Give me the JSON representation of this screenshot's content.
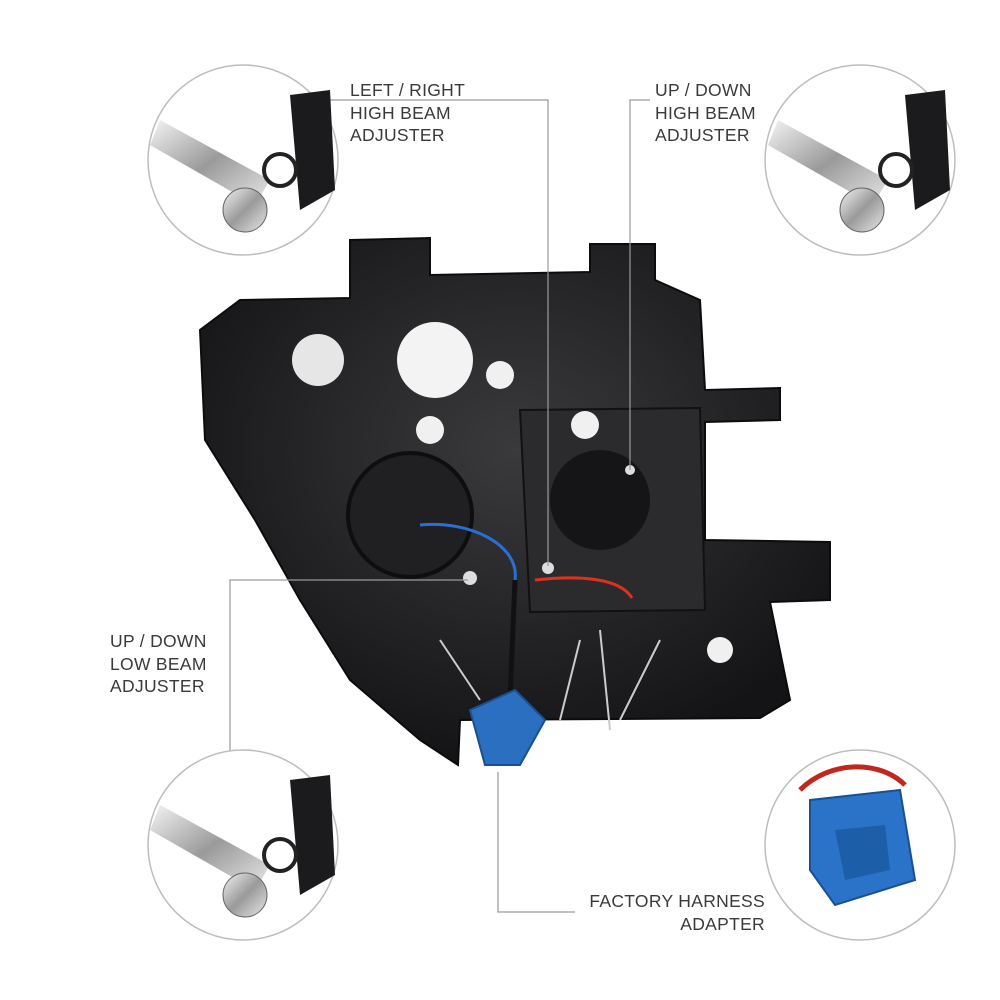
{
  "callouts": {
    "lr_high": {
      "lines": [
        "LEFT / RIGHT",
        "HIGH BEAM",
        "ADJUSTER"
      ]
    },
    "ud_high": {
      "lines": [
        "UP / DOWN",
        "HIGH BEAM",
        "ADJUSTER"
      ]
    },
    "ud_low": {
      "lines": [
        "UP / DOWN",
        "LOW BEAM",
        "ADJUSTER"
      ]
    },
    "harness": {
      "lines": [
        "FACTORY HARNESS",
        "ADAPTER"
      ]
    }
  },
  "colors": {
    "housing": "#1c1c1e",
    "connector": "#2a6fc0",
    "line": "#9a9a9a",
    "circle": "#bdbdbd"
  }
}
